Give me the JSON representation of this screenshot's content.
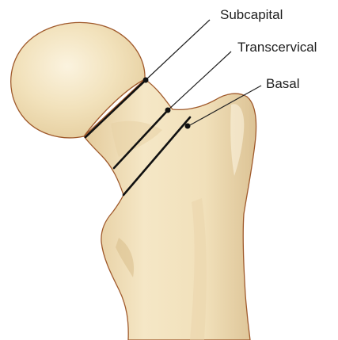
{
  "labels": {
    "subcapital": "Subcapital",
    "transcervical": "Transcervical",
    "basal": "Basal"
  },
  "colors": {
    "bone_fill": "#f2e2bc",
    "bone_shadow": "#dcc395",
    "bone_highlight": "#fbf3df",
    "outline": "#a05a2c",
    "fracture_line": "#111111",
    "leader_line": "#222222",
    "text": "#1e1e1e"
  }
}
